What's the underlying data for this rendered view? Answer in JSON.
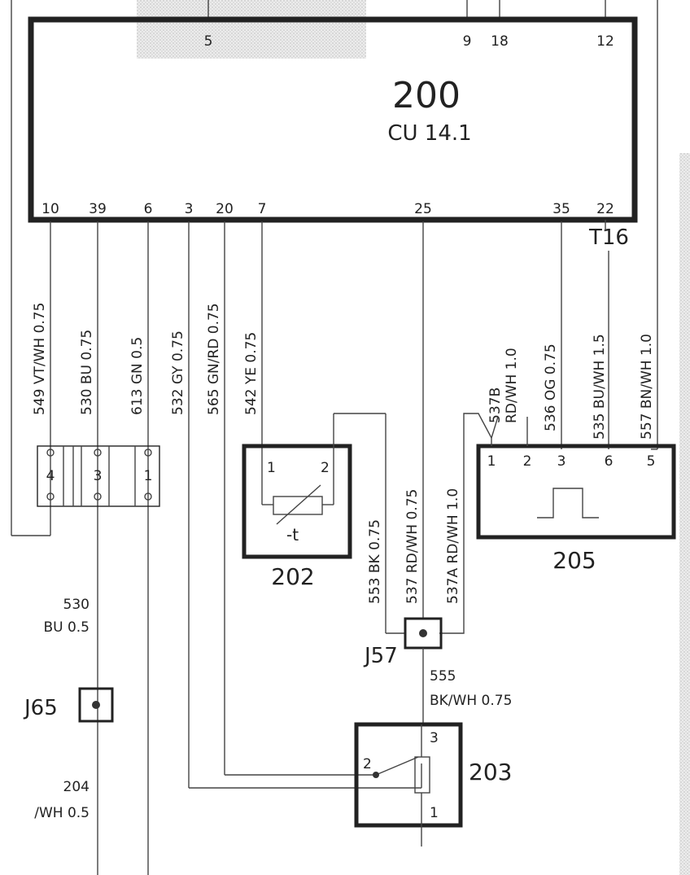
{
  "cu": {
    "number": "200",
    "name": "CU 14.1"
  },
  "top_pins": [
    "5",
    "9",
    "18",
    "12"
  ],
  "bottom_pins": [
    "10",
    "39",
    "6",
    "3",
    "20",
    "7",
    "25",
    "35",
    "22"
  ],
  "connector_t16": "T16",
  "wires": [
    "549 VT/WH 0.75",
    "530 BU 0.75",
    "613 GN 0.5",
    "532 GY 0.75",
    "565 GN/RD 0.75",
    "542 YE 0.75",
    "553 BK 0.75",
    "537 RD/WH 0.75",
    "537A RD/WH 1.0",
    "537B",
    "RD/WH 1.0",
    "536 OG 0.75",
    "535 BU/WH 1.5",
    "557 BN/WH 1.0"
  ],
  "connector_left": {
    "pins": [
      "4",
      "3",
      "1"
    ]
  },
  "component_202": {
    "number": "202",
    "pins": [
      "1",
      "2"
    ],
    "symbol": "-t"
  },
  "component_205": {
    "number": "205",
    "pins": [
      "1",
      "2",
      "3",
      "6",
      "5"
    ]
  },
  "component_203": {
    "number": "203",
    "pins": [
      "2",
      "3",
      "1"
    ]
  },
  "junction_j57": {
    "label": "J57"
  },
  "junction_j65": {
    "label": "J65"
  },
  "wire_555": {
    "line1": "555",
    "line2": "BK/WH 0.75"
  },
  "wire_530": {
    "line1": "530",
    "line2": "BU 0.5"
  },
  "wire_204": {
    "line1": "204",
    "line2": "/WH 0.5"
  }
}
